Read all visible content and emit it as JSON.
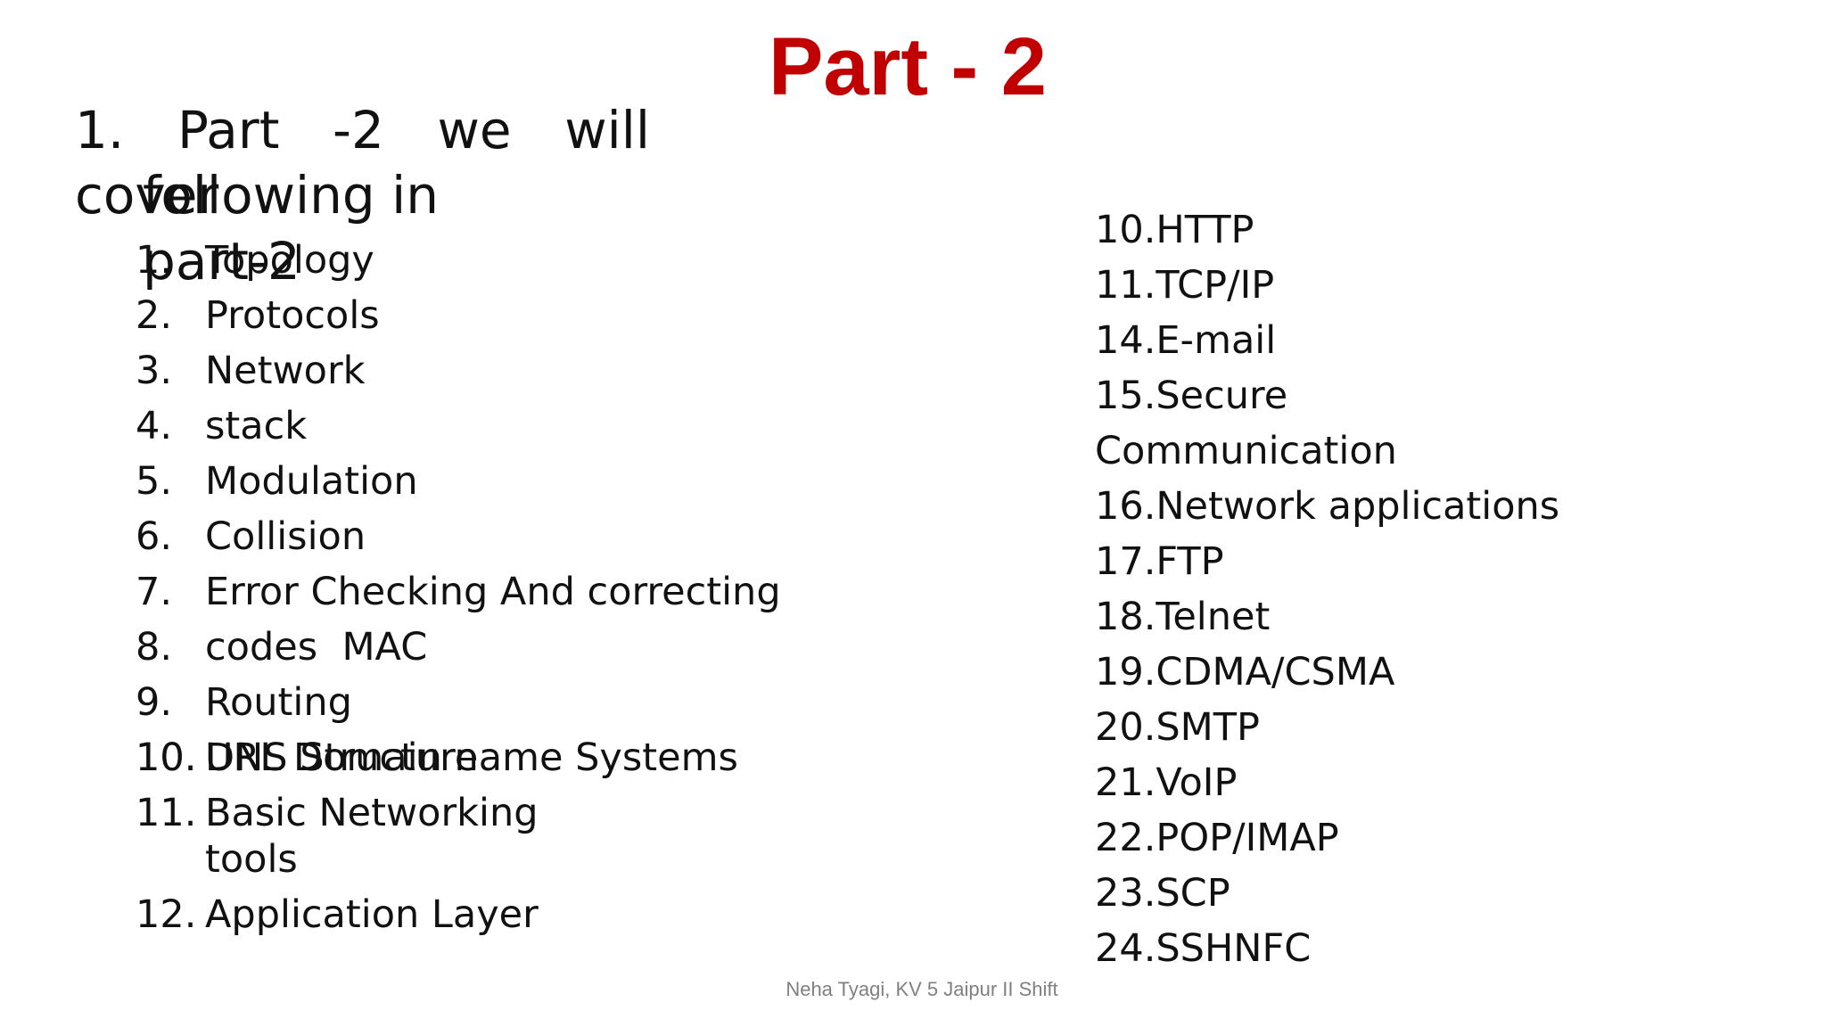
{
  "title": "Part - 2",
  "intro": {
    "line1": [
      "1.",
      "Part",
      "-2",
      "we",
      "will"
    ],
    "cover": "cover",
    "line2": "following in",
    "line3": "part-2"
  },
  "left_list": [
    {
      "num": "1.",
      "text": "Topology"
    },
    {
      "num": "2.",
      "text": "Protocols"
    },
    {
      "num": "3.",
      "text": "Network"
    },
    {
      "num": "4.",
      "text": "stack"
    },
    {
      "num": "5.",
      "text": "Modulation"
    },
    {
      "num": "6.",
      "text": "Collision"
    },
    {
      "num": "7.",
      "text": "Error Checking And correcting"
    },
    {
      "num": "8.",
      "text": "codes  MAC"
    },
    {
      "num": "9.",
      "text": "Routing"
    },
    {
      "num": "10.",
      "text": "DNS Structure"
    },
    {
      "num": "10.",
      "text": "URL Domain name Systems"
    },
    {
      "num": "11.",
      "text": "Basic Networking"
    },
    {
      "num": "",
      "text": "tools"
    },
    {
      "num": "12.",
      "text": "Application Layer"
    }
  ],
  "right_list": [
    "10.HTTP",
    "11.TCP/IP",
    "14.E-mail",
    "15.Secure",
    "Communication",
    "16.Network applications",
    "17.FTP",
    "18.Telnet",
    "19.CDMA/CSMA",
    "20.SMTP",
    "21.VoIP",
    "22.POP/IMAP",
    "23.SCP",
    "24.SSHNFC"
  ],
  "footer": "Neha Tyagi, KV 5 Jaipur II Shift",
  "colors": {
    "title": "#c00000",
    "text": "#111111",
    "footer": "#808080"
  }
}
